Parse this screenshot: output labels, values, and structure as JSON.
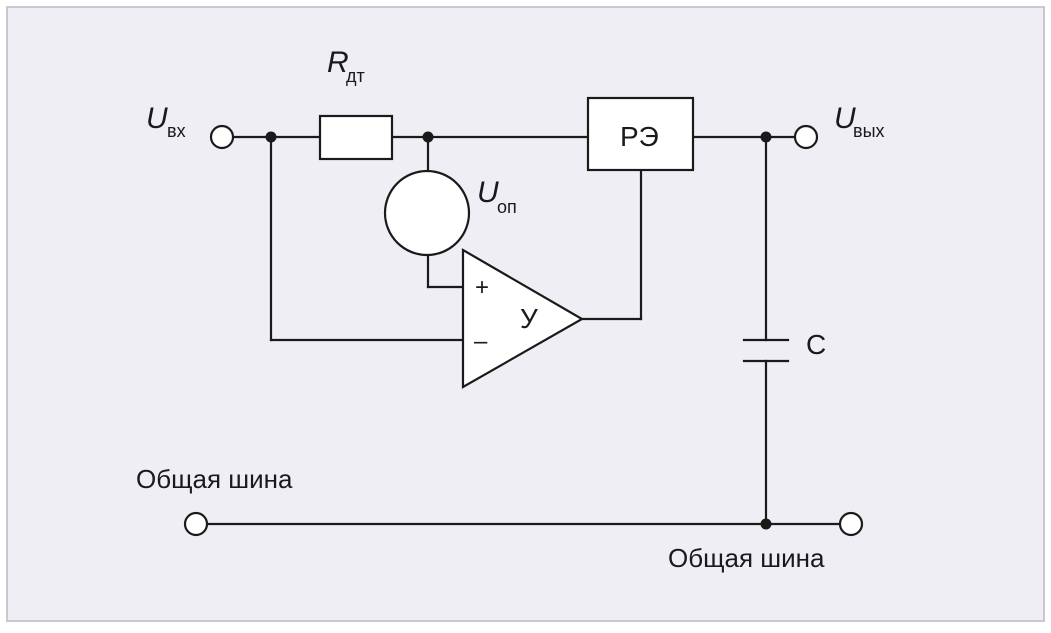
{
  "colors": {
    "background": "#eeeef4",
    "border": "#c8c8d0",
    "line": "#1a1a1a",
    "component_fill": "#ffffff"
  },
  "labels": {
    "u_in_symbol": "U",
    "u_in_sub": "вх",
    "r_symbol": "R",
    "r_sub": "дт",
    "re_label": "РЭ",
    "u_out_symbol": "U",
    "u_out_sub": "вых",
    "u_ref_symbol": "U",
    "u_ref_sub": "оп",
    "opamp_plus": "+",
    "opamp_minus": "–",
    "opamp_label": "У",
    "capacitor_label": "С",
    "common_bus_left": "Общая шина",
    "common_bus_right": "Общая шина"
  }
}
